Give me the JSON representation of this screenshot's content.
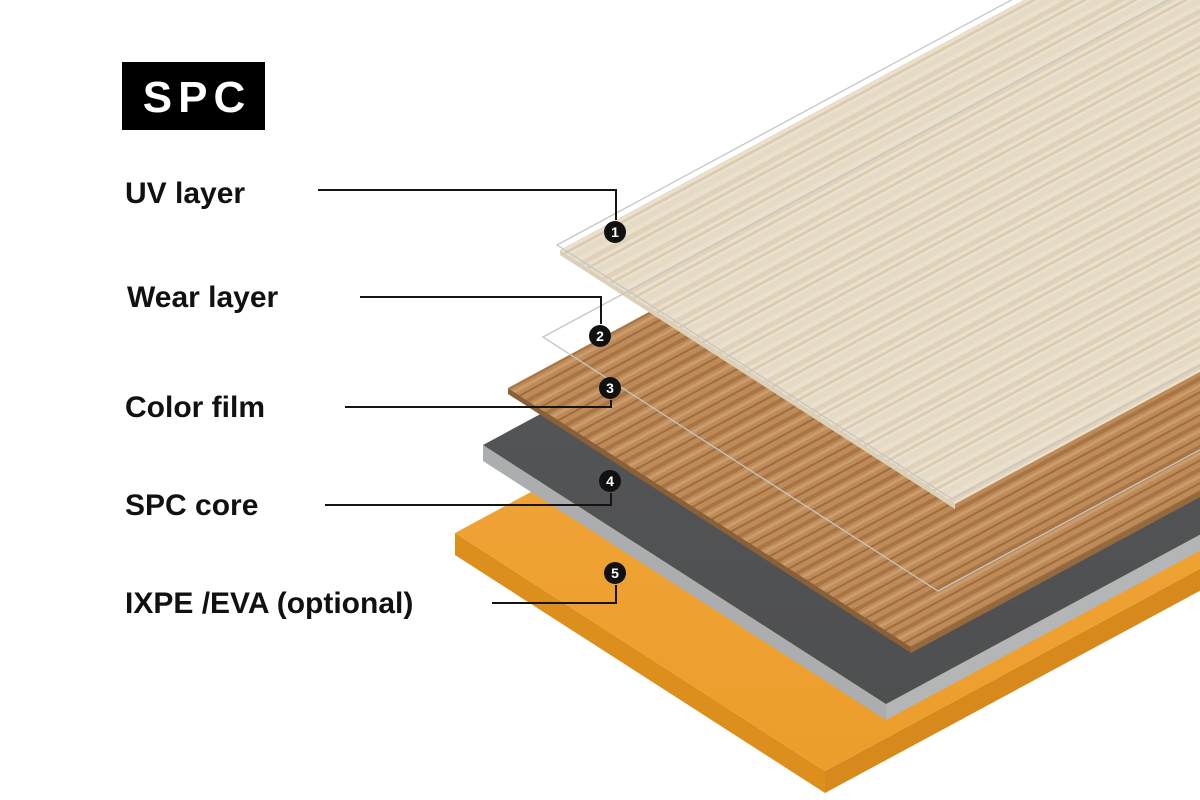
{
  "badge": {
    "label": "SPC"
  },
  "layers": [
    {
      "number": "1",
      "label": "UV layer"
    },
    {
      "number": "2",
      "label": "Wear layer"
    },
    {
      "number": "3",
      "label": "Color film"
    },
    {
      "number": "4",
      "label": "SPC core"
    },
    {
      "number": "5",
      "label": "IXPE /EVA (optional)"
    }
  ],
  "colors": {
    "badge_bg": "#000000",
    "badge_text": "#ffffff",
    "label_text": "#111111",
    "leader_line": "#141414",
    "marker_bg": "#111111",
    "marker_text": "#ffffff",
    "transparent_layer_outline": "#c6c6c6",
    "surface_plank": "#ebe0cc",
    "color_film_plank": "#bd8a58",
    "spc_core_top": "#565759",
    "spc_core_side": "#abadaf",
    "ixpe_top": "#f2a63c",
    "ixpe_side": "#dd8f1e"
  }
}
